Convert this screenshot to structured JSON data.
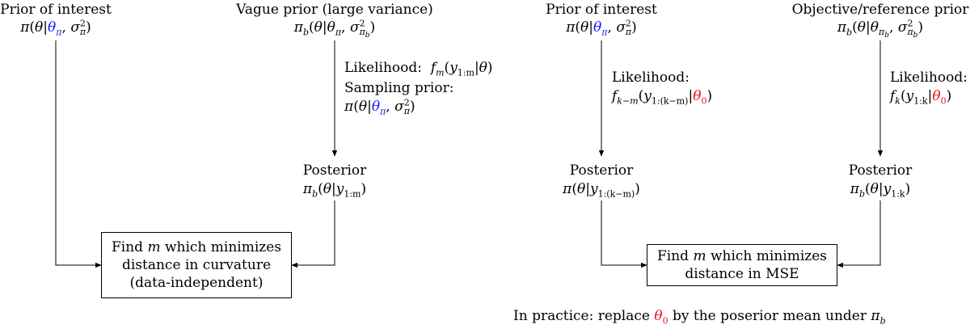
{
  "left_diagram": {
    "prior_of_interest": {
      "title": "Prior of interest",
      "formula": {
        "pi": "π",
        "theta": "θ",
        "theta_pi": "θ",
        "theta_pi_sub": "π",
        "sigma": "σ",
        "sigma_sub": "π",
        "sigma_sup": "2"
      }
    },
    "vague_prior": {
      "title": "Vague prior (large variance)",
      "formula": {
        "pi": "π",
        "pi_sub": "b",
        "theta": "θ",
        "theta_pi": "θ",
        "theta_pi_sub": "π",
        "sigma": "σ",
        "sigma_sub": "π",
        "sigma_sub_sub": "b",
        "sigma_sup": "2"
      }
    },
    "likelihood": {
      "label": "Likelihood:",
      "f": "f",
      "f_sub": "m",
      "y": "y",
      "y_sub": "1:m",
      "theta": "θ"
    },
    "sampling_prior": {
      "label": "Sampling prior:",
      "formula": {
        "pi": "π",
        "theta": "θ",
        "theta_pi": "θ",
        "theta_pi_sub": "π",
        "sigma": "σ",
        "sigma_sub": "π",
        "sigma_sup": "2"
      }
    },
    "posterior": {
      "title": "Posterior",
      "pi": "π",
      "pi_sub": "b",
      "theta": "θ",
      "y": "y",
      "y_sub": "1:m"
    },
    "result_box": {
      "line1_pre": "Find ",
      "line1_var": "m",
      "line1_post": " which minimizes",
      "line2": "distance in curvature",
      "line3": "(data-independent)"
    }
  },
  "right_diagram": {
    "prior_of_interest": {
      "title": "Prior of interest",
      "formula": {
        "pi": "π",
        "theta": "θ",
        "theta_pi": "θ",
        "theta_pi_sub": "π",
        "sigma": "σ",
        "sigma_sub": "π",
        "sigma_sup": "2"
      }
    },
    "reference_prior": {
      "title": "Objective/reference prior",
      "formula": {
        "pi": "π",
        "pi_sub": "b",
        "theta": "θ",
        "theta_pi": "θ",
        "theta_pi_sub": "π",
        "theta_pi_sub_sub": "b",
        "sigma": "σ",
        "sigma_sub": "π",
        "sigma_sub_sub": "b",
        "sigma_sup": "2"
      }
    },
    "likelihood_left": {
      "label": "Likelihood:",
      "f": "f",
      "f_sub": "k−m",
      "y": "y",
      "y_sub": "1:(k−m)",
      "theta0": "θ",
      "theta0_sub": "0"
    },
    "likelihood_right": {
      "label": "Likelihood:",
      "f": "f",
      "f_sub": "k",
      "y": "y",
      "y_sub": "1:k",
      "theta0": "θ",
      "theta0_sub": "0"
    },
    "posterior_left": {
      "title": "Posterior",
      "pi": "π",
      "theta": "θ",
      "y": "y",
      "y_sub": "1:(k−m)"
    },
    "posterior_right": {
      "title": "Posterior",
      "pi": "π",
      "pi_sub": "b",
      "theta": "θ",
      "y": "y",
      "y_sub": "1:k"
    },
    "result_box": {
      "line1_pre": "Find ",
      "line1_var": "m",
      "line1_post": " which minimizes",
      "line2": "distance in MSE"
    }
  },
  "footnote": {
    "pre": "In practice:  replace ",
    "theta0": "θ",
    "theta0_sub": "0",
    "mid": " by the poserior mean under ",
    "pi": "π",
    "pi_sub": "b"
  },
  "colors": {
    "highlight_blue": "#1a1aff",
    "highlight_red": "#e8141e",
    "line": "#000000"
  }
}
